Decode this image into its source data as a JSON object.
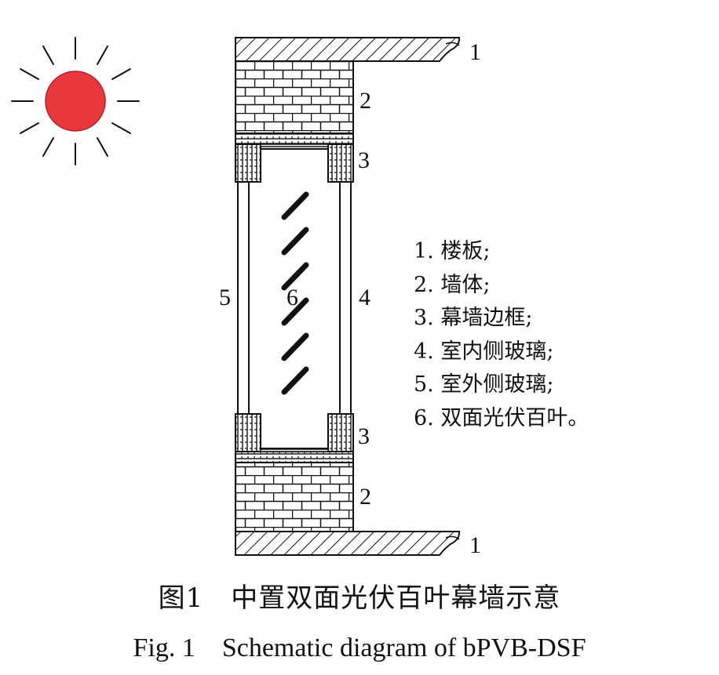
{
  "labels": {
    "floor": "1",
    "wall": "2",
    "frame": "3",
    "inner_glass": "4",
    "outer_glass": "5",
    "blinds": "6"
  },
  "legend": [
    "1. 楼板;",
    "2. 墙体;",
    "3. 幕墙边框;",
    "4. 室内侧玻璃;",
    "5. 室外侧玻璃;",
    "6. 双面光伏百叶。"
  ],
  "caption": {
    "chinese": "图1　中置双面光伏百叶幕墙示意",
    "english": "Fig. 1　Schematic diagram of bPVB-DSF"
  },
  "colors": {
    "sun": "#e8383d",
    "line": "#111111"
  }
}
